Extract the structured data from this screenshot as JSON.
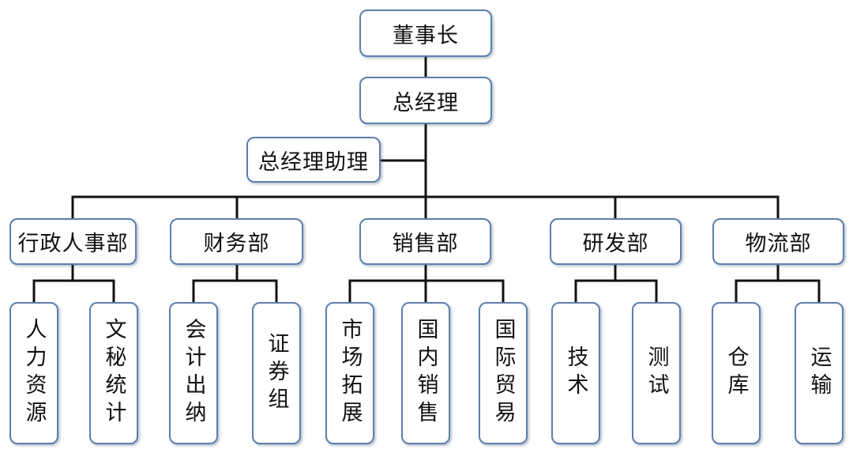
{
  "org_chart": {
    "chairman": "董事长",
    "general_manager": "总经理",
    "gm_assistant": "总经理助理",
    "departments": {
      "admin_hr": {
        "label": "行政人事部",
        "units": [
          "人力资源",
          "文秘统计"
        ]
      },
      "finance": {
        "label": "财务部",
        "units": [
          "会计出纳",
          "证券组"
        ]
      },
      "sales": {
        "label": "销售部",
        "units": [
          "市场拓展",
          "国内销售",
          "国际贸易"
        ]
      },
      "rnd": {
        "label": "研发部",
        "units": [
          "技术",
          "测试"
        ]
      },
      "logistics": {
        "label": "物流部",
        "units": [
          "仓库",
          "运输"
        ]
      }
    }
  },
  "colors": {
    "box_border": "#5b7fae",
    "line": "#111111",
    "text": "#111111"
  }
}
